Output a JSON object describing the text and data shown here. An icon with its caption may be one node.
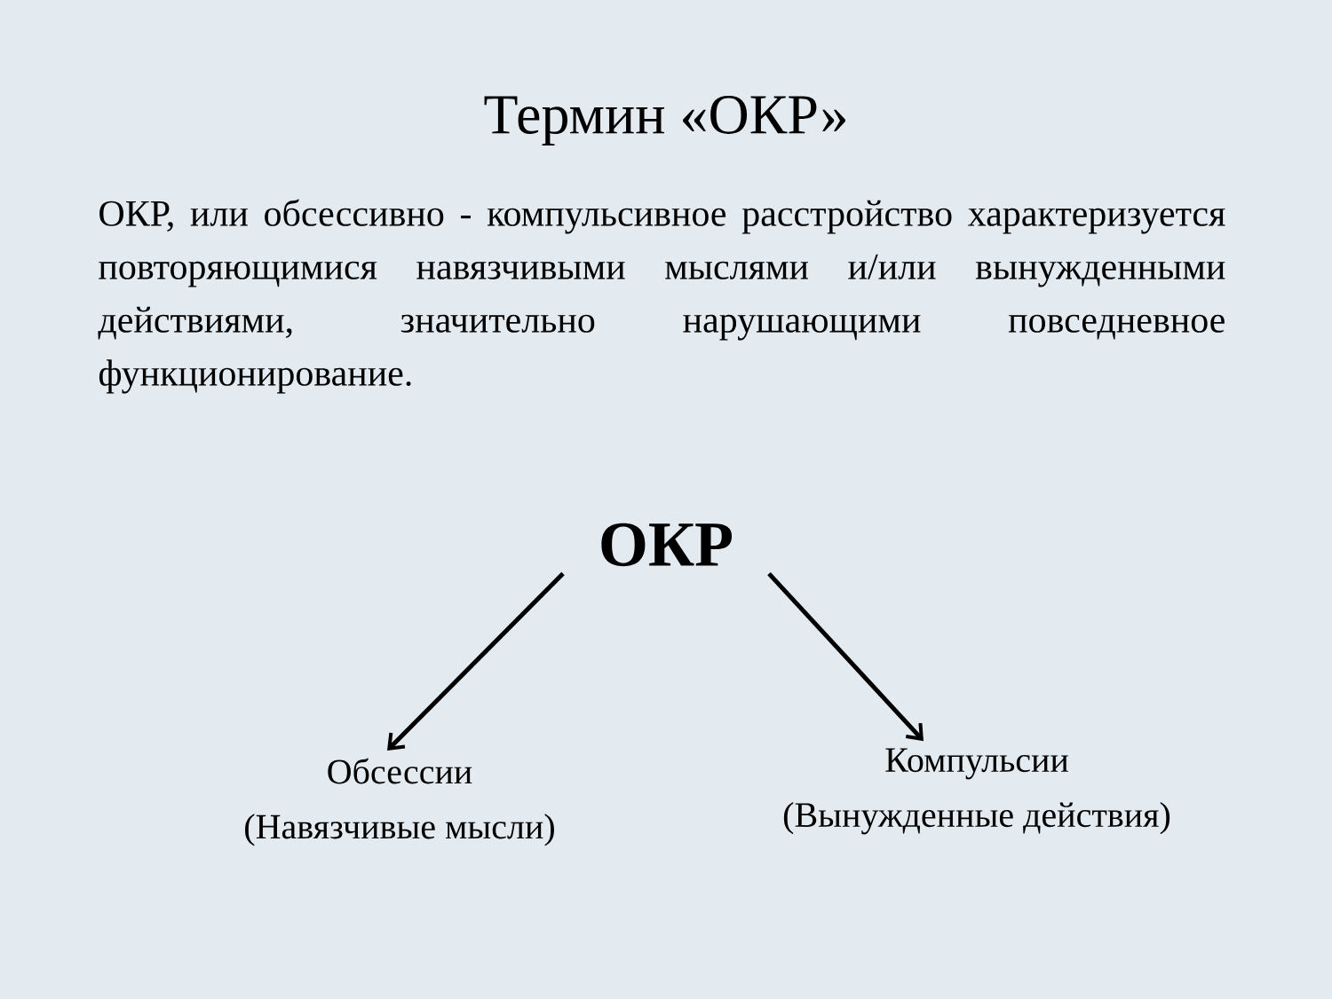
{
  "diagram": {
    "title": "Термин «ОКР»",
    "nodes": [
      {
        "text": [
          "ОКР"
        ]
      },
      {
        "text": [
          "Обсессии",
          "(Навязчивые мысли)"
        ]
      },
      {
        "text": [
          "Компульсии",
          "(Вынужденные действия)"
        ]
      }
    ],
    "edges": [
      {
        "from": 0,
        "to": 1,
        "arrow": "to"
      },
      {
        "from": 0,
        "to": 2,
        "arrow": "to"
      }
    ],
    "labels": [
      "ОКР, или обсессивно - компульсивное расстройство характеризуется повторяющимися навязчивыми мыслями и/или вынужденными действиями, значительно нарушающими повседневное функционирование."
    ]
  }
}
